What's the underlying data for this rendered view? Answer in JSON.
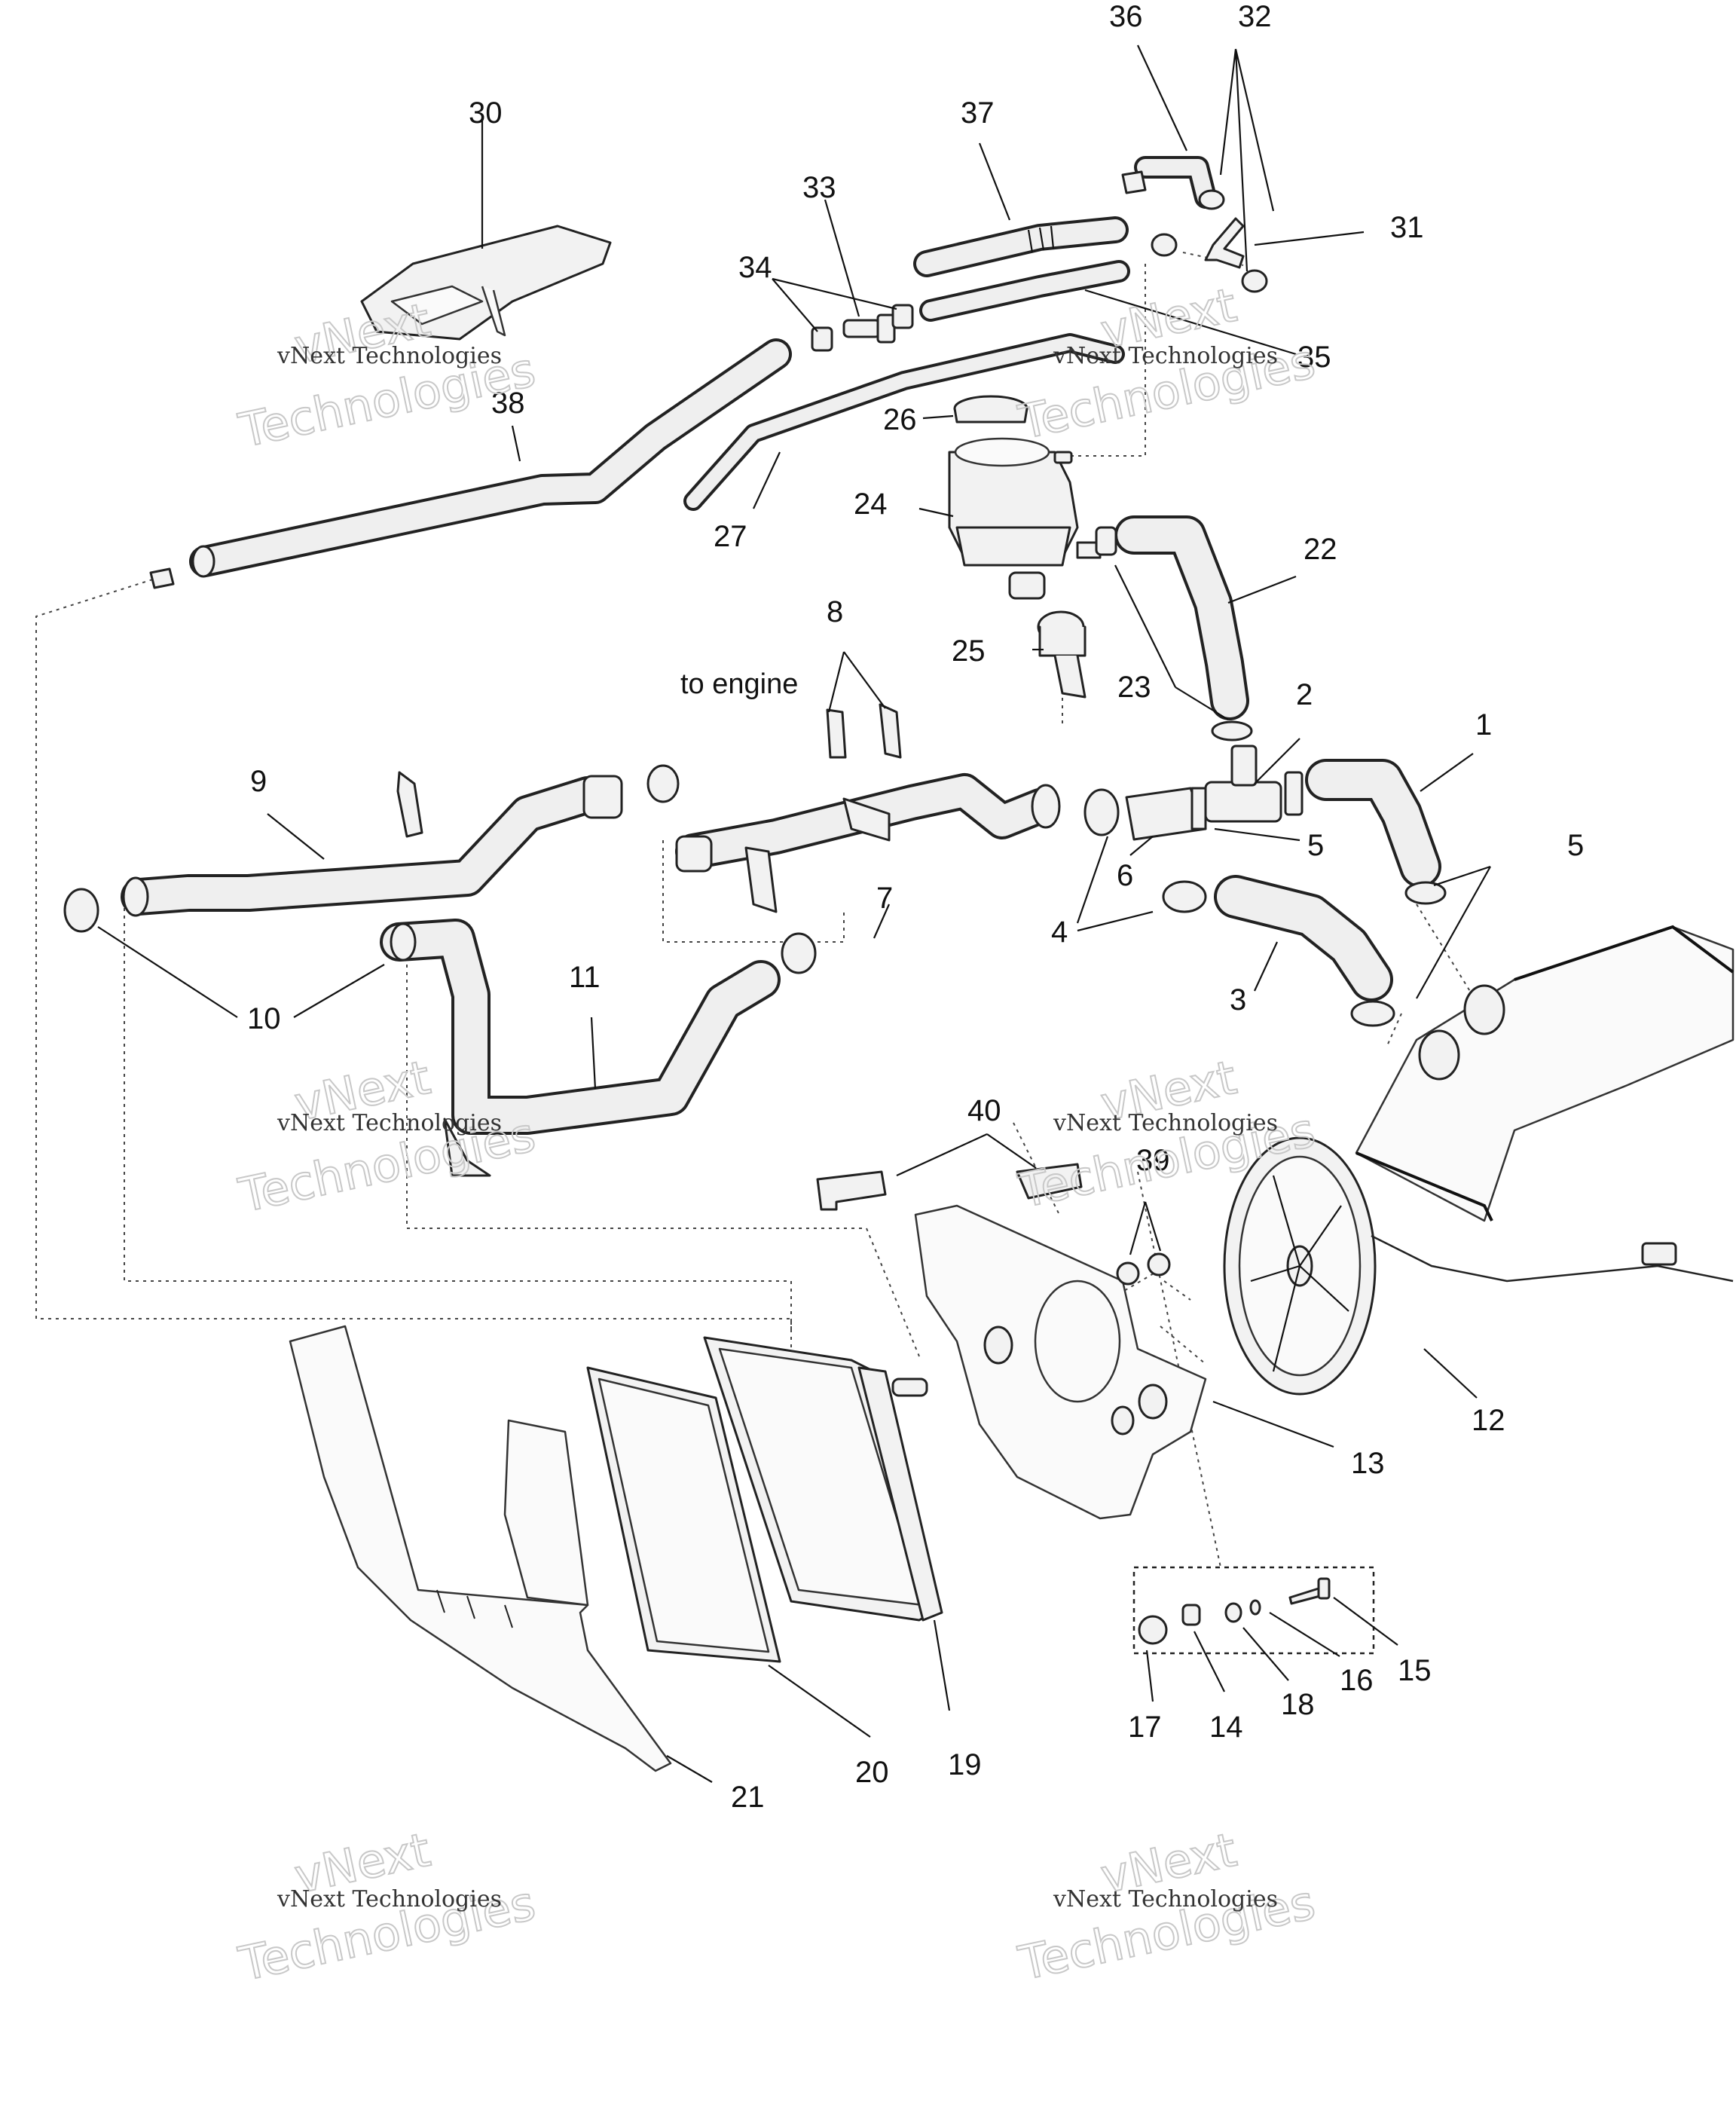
{
  "callouts": [
    {
      "id": "1",
      "label": "1"
    },
    {
      "id": "2",
      "label": "2"
    },
    {
      "id": "3",
      "label": "3"
    },
    {
      "id": "4",
      "label": "4"
    },
    {
      "id": "5a",
      "label": "5"
    },
    {
      "id": "5b",
      "label": "5"
    },
    {
      "id": "6",
      "label": "6"
    },
    {
      "id": "7",
      "label": "7"
    },
    {
      "id": "8",
      "label": "8"
    },
    {
      "id": "9",
      "label": "9"
    },
    {
      "id": "10",
      "label": "10"
    },
    {
      "id": "11",
      "label": "11"
    },
    {
      "id": "12",
      "label": "12"
    },
    {
      "id": "13",
      "label": "13"
    },
    {
      "id": "14",
      "label": "14"
    },
    {
      "id": "15",
      "label": "15"
    },
    {
      "id": "16",
      "label": "16"
    },
    {
      "id": "17",
      "label": "17"
    },
    {
      "id": "18",
      "label": "18"
    },
    {
      "id": "19",
      "label": "19"
    },
    {
      "id": "20",
      "label": "20"
    },
    {
      "id": "21",
      "label": "21"
    },
    {
      "id": "22",
      "label": "22"
    },
    {
      "id": "23",
      "label": "23"
    },
    {
      "id": "24",
      "label": "24"
    },
    {
      "id": "25",
      "label": "25"
    },
    {
      "id": "26",
      "label": "26"
    },
    {
      "id": "27",
      "label": "27"
    },
    {
      "id": "30",
      "label": "30"
    },
    {
      "id": "31",
      "label": "31"
    },
    {
      "id": "32",
      "label": "32"
    },
    {
      "id": "33",
      "label": "33"
    },
    {
      "id": "34",
      "label": "34"
    },
    {
      "id": "35",
      "label": "35"
    },
    {
      "id": "36",
      "label": "36"
    },
    {
      "id": "37",
      "label": "37"
    },
    {
      "id": "38",
      "label": "38"
    },
    {
      "id": "39",
      "label": "39"
    },
    {
      "id": "40",
      "label": "40"
    }
  ],
  "notes": {
    "to_engine": "to engine"
  },
  "watermark": {
    "line1": "vNext Technologies",
    "line2": "vNext",
    "line3": "Technologies"
  }
}
